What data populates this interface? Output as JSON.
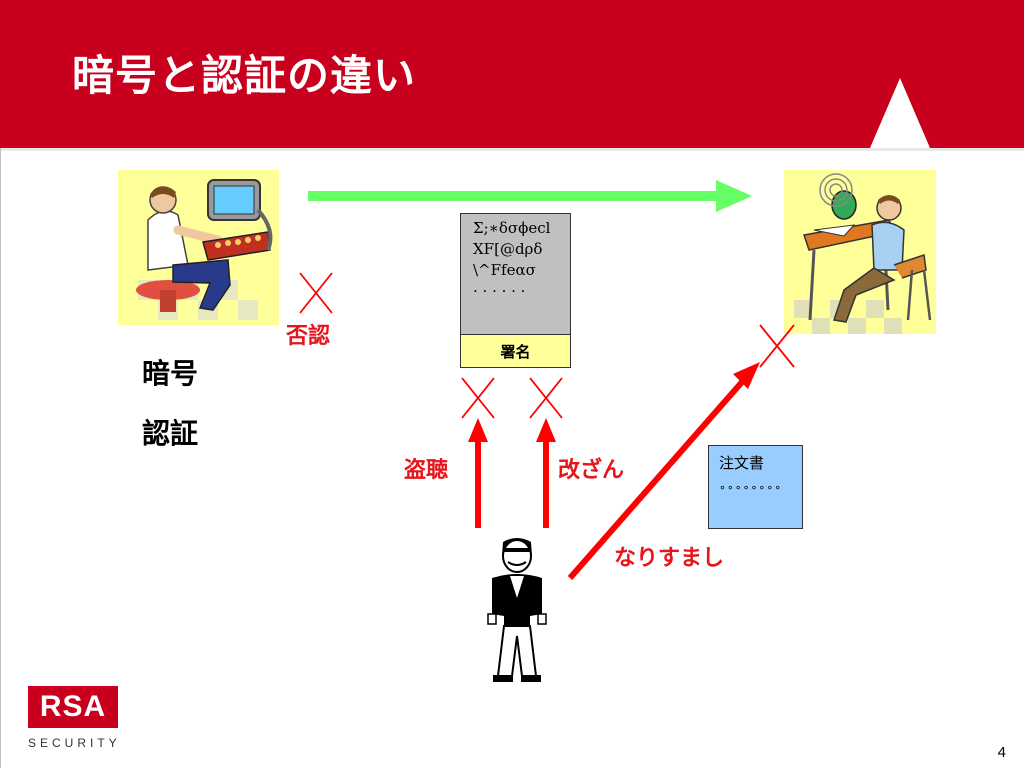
{
  "slide": {
    "title": "暗号と認証の違い",
    "page_number": "4"
  },
  "labels": {
    "encryption": "暗号",
    "authentication": "認証",
    "repudiation": "否認",
    "eavesdropping": "盗聴",
    "tampering": "改ざん",
    "impersonation": "なりすまし"
  },
  "document": {
    "cipher_lines": [
      "Σ;∗δσϕecl",
      "XF[@dρδ",
      "\\^Ffeασ",
      "· · · · · ·"
    ],
    "signature_label": "署名"
  },
  "order_form": {
    "title": "注文書",
    "dots": "∘∘∘∘∘∘∘∘"
  },
  "logo": {
    "mark": "RSA",
    "sub": "SECURITY"
  },
  "colors": {
    "brand_red": "#c8001e",
    "arrow_green": "#66ff66",
    "attack_red": "#ff0000",
    "signature_yellow": "#ffff99",
    "order_blue": "#99ccff"
  }
}
